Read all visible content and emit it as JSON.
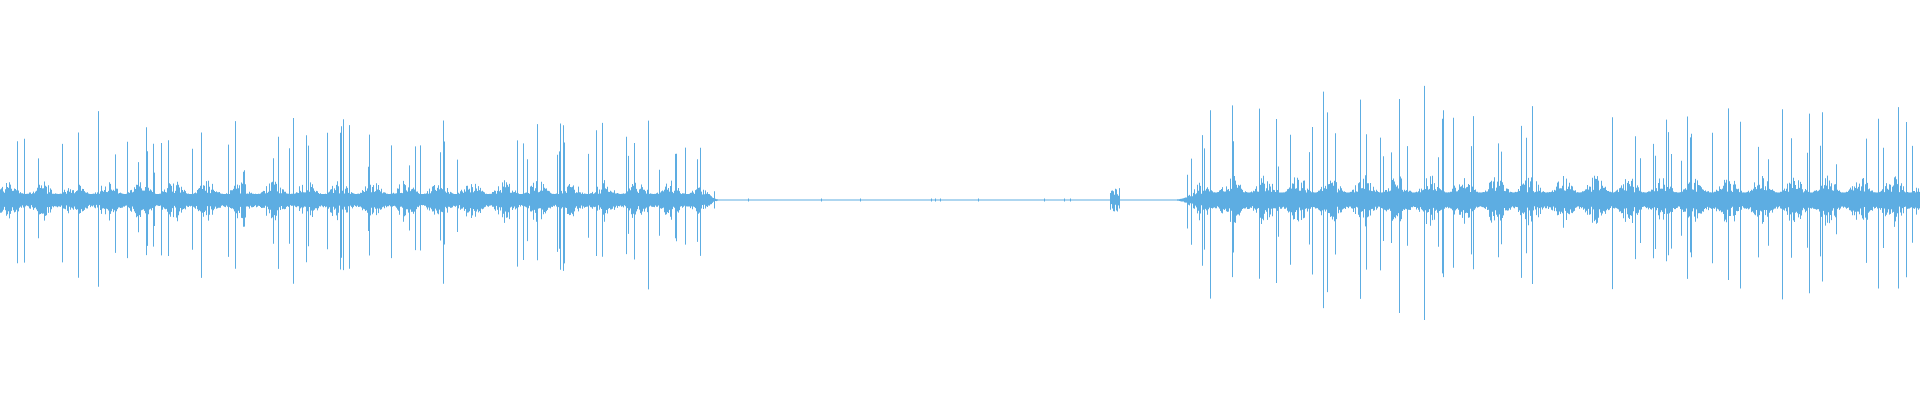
{
  "waveform": {
    "color": "#5dade2",
    "background": "#ffffff",
    "segments": [
      {
        "name": "active-segment-1",
        "start": 0.0,
        "end": 0.375,
        "level": "active"
      },
      {
        "name": "silence-segment",
        "start": 0.375,
        "end": 0.578,
        "level": "silent"
      },
      {
        "name": "small-blip",
        "start": 0.578,
        "end": 0.583,
        "level": "blip"
      },
      {
        "name": "quiet-segment",
        "start": 0.583,
        "end": 0.612,
        "level": "silent"
      },
      {
        "name": "active-segment-2",
        "start": 0.612,
        "end": 1.0,
        "level": "active"
      }
    ]
  }
}
